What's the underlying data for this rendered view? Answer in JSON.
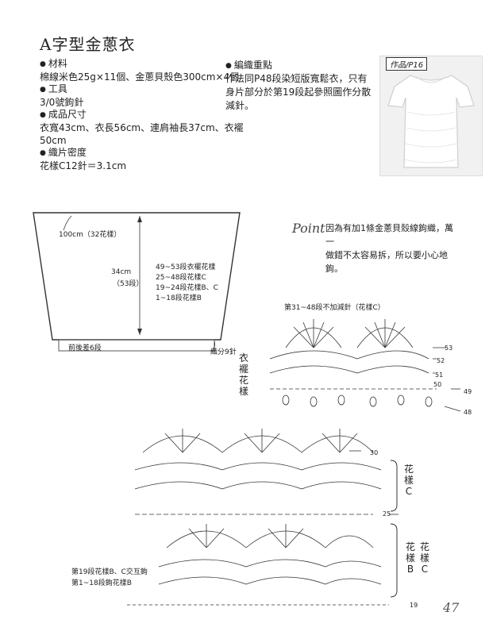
{
  "title": "A字型金蔥衣",
  "materials": {
    "heading": "材料",
    "text": "棉線米色25g×11個、金蔥貝殼色300cm×4個"
  },
  "tools": {
    "heading": "工具",
    "text": "3/0號鉤針"
  },
  "size": {
    "heading": "成品尺寸",
    "line1": "衣寬43cm、衣長56cm、連肩袖長37cm、衣襬",
    "line2": "50cm"
  },
  "gauge": {
    "heading": "織片密度",
    "text": "花樣C12針＝3.1cm"
  },
  "knitting_notes": {
    "heading": "編織重點",
    "line1": "作法同P48段染短版寬鬆衣，只有",
    "line2": "身片部分於第19段起參照圖作分散",
    "line3": "減針。"
  },
  "photo": {
    "label": "作品/P16"
  },
  "schematic": {
    "width": "100cm（32花樣）",
    "height": "34cm",
    "height_rows": "（53段）",
    "rows": [
      "49~53段衣襬花樣",
      "25~48段花樣C",
      "19~24段花樣B、C",
      "1~18段花樣B"
    ],
    "bottom": "前後差6段",
    "side": "織分9針"
  },
  "point": {
    "word": "Point",
    "line1": "因為有加1條金蔥貝殼線鉤織，萬一",
    "line2": "做錯不太容易拆，所以要小心地鉤。"
  },
  "top_chart": {
    "caption": "第31~48段不加減針（花樣C）",
    "side_label": "衣襬花樣",
    "row_marks": [
      "53",
      "52",
      "51",
      "50",
      "49",
      "48"
    ]
  },
  "bottom_chart": {
    "label_c": "花樣C",
    "label_b": "花樣B",
    "label_c2": "花樣C",
    "row_marks": [
      "30",
      "25",
      "19"
    ],
    "note1": "第19段花樣B、C交互鉤",
    "note2": "第1~18段鉤花樣B"
  },
  "page_number": "47"
}
